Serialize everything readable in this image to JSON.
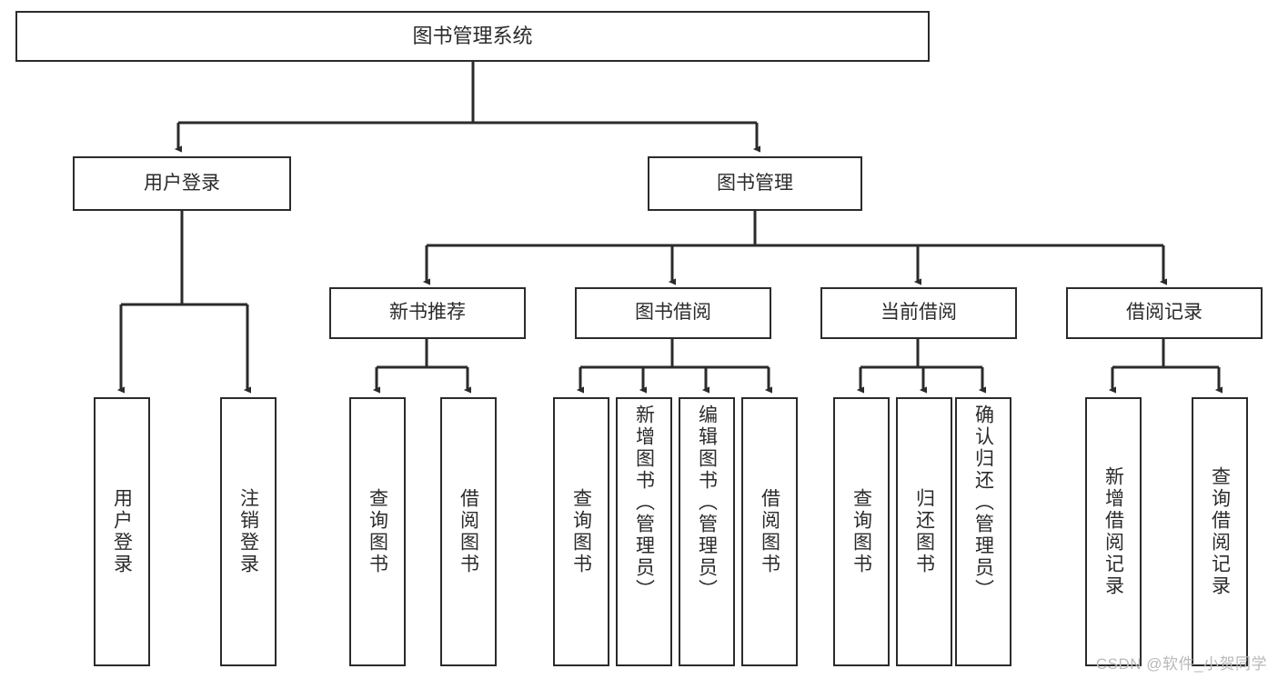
{
  "diagram": {
    "title": "图书管理系统",
    "watermark": "CSDN @软件_小贺同学",
    "colors": {
      "box_border": "#2b2b2b",
      "connector": "#2b2b2b",
      "background": "#ffffff",
      "text": "#2b2b2b",
      "watermark": "#b9b9b9"
    },
    "levels": {
      "root": "图书管理系统",
      "level2": [
        "用户登录",
        "图书管理"
      ],
      "level3": [
        "新书推荐",
        "图书借阅",
        "当前借阅",
        "借阅记录"
      ]
    },
    "nodes": {
      "root": {
        "label": "图书管理系统"
      },
      "user_login": {
        "label": "用户登录"
      },
      "book_manage": {
        "label": "图书管理"
      },
      "new_book_rec": {
        "label": "新书推荐"
      },
      "book_borrow": {
        "label": "图书借阅"
      },
      "current_borrow": {
        "label": "当前借阅"
      },
      "borrow_record": {
        "label": "借阅记录"
      },
      "leaf_user_login": {
        "label": "用户登录"
      },
      "leaf_logout": {
        "label": "注销登录"
      },
      "leaf_query_book_a": {
        "label": "查询图书"
      },
      "leaf_borrow_book_a": {
        "label": "借阅图书"
      },
      "leaf_query_book_b": {
        "label": "查询图书"
      },
      "leaf_add_book": {
        "label": "新增图书（管理员）"
      },
      "leaf_edit_book": {
        "label": "编辑图书（管理员）"
      },
      "leaf_borrow_book_b": {
        "label": "借阅图书"
      },
      "leaf_query_book_c": {
        "label": "查询图书"
      },
      "leaf_return_book": {
        "label": "归还图书"
      },
      "leaf_confirm_return": {
        "label": "确认归还（管理员）"
      },
      "leaf_add_record": {
        "label": "新增借阅记录"
      },
      "leaf_query_record": {
        "label": "查询借阅记录"
      }
    }
  }
}
